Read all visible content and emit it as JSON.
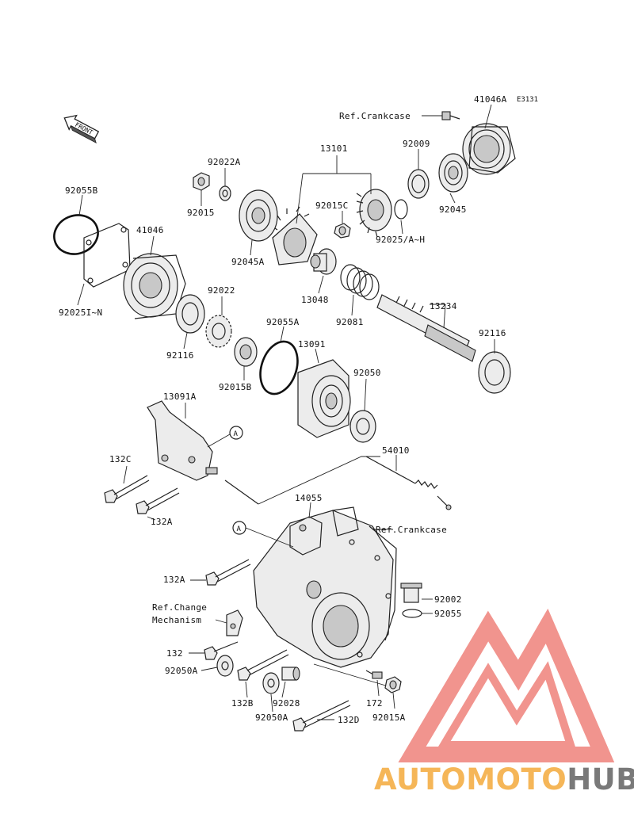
{
  "diagram": {
    "figure_code": "E3131",
    "front_label": "FRONT",
    "callout_letter": "A",
    "labels": {
      "p41046A": "41046A",
      "ref_crankcase_top": "Ref.Crankcase",
      "p13101": "13101",
      "p92009": "92009",
      "p92022A": "92022A",
      "p92055B": "92055B",
      "p92015": "92015",
      "p92015C": "92015C",
      "p92045": "92045",
      "p41046": "41046",
      "p92045A": "92045A",
      "p92025AH": "92025/A~H",
      "p13048": "13048",
      "p13234": "13234",
      "p92025IN": "92025I~N",
      "p92022": "92022",
      "p92081": "92081",
      "p92055A": "92055A",
      "p92116_left": "92116",
      "p92116_right": "92116",
      "p13091": "13091",
      "p92015B": "92015B",
      "p92050": "92050",
      "p13091A": "13091A",
      "p54010": "54010",
      "p132C": "132C",
      "p132A_top": "132A",
      "p14055": "14055",
      "ref_crankcase_mid": "Ref.Crankcase",
      "p132A_mid": "132A",
      "p92002": "92002",
      "ref_change_1": "Ref.Change",
      "ref_change_2": "Mechanism",
      "p92055": "92055",
      "p132": "132",
      "p92050A_left": "92050A",
      "p132B": "132B",
      "p92028": "92028",
      "p172": "172",
      "p92050A_bottom": "92050A",
      "p132D": "132D",
      "p92015A": "92015A"
    }
  },
  "watermark": {
    "text_part1": "AUTOMOTO",
    "text_part2": "HUB",
    "color_orange": "#f5b04a",
    "color_gray": "#6e6e6e",
    "color_red": "#f08c85"
  }
}
